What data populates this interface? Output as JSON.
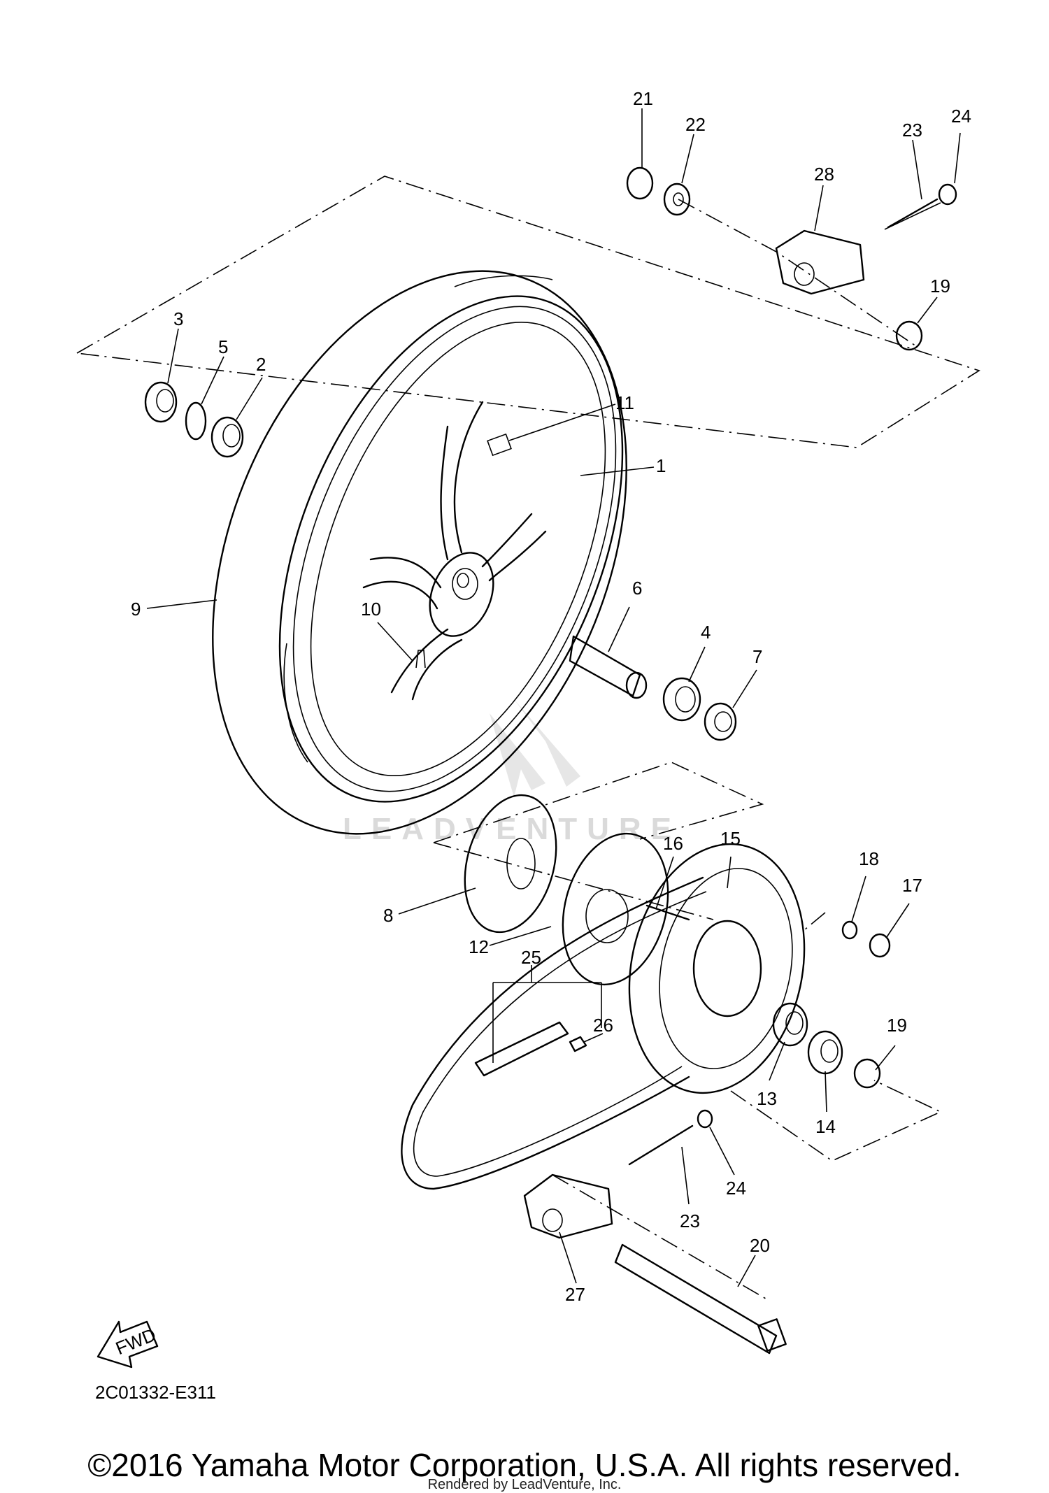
{
  "diagram_code": "2C01332-E311",
  "fwd_label": "FWD",
  "watermark_text": "LEADVENTURE",
  "copyright": "©2016 Yamaha Motor Corporation, U.S.A. All rights reserved.",
  "rendered_by": "Rendered by LeadVenture, Inc.",
  "callouts": [
    "21",
    "22",
    "23",
    "24",
    "28",
    "19",
    "3",
    "5",
    "2",
    "11",
    "1",
    "9",
    "10",
    "6",
    "4",
    "7",
    "16",
    "15",
    "18",
    "17",
    "8",
    "12",
    "25",
    "26",
    "19",
    "13",
    "14",
    "24",
    "23",
    "20",
    "27"
  ]
}
